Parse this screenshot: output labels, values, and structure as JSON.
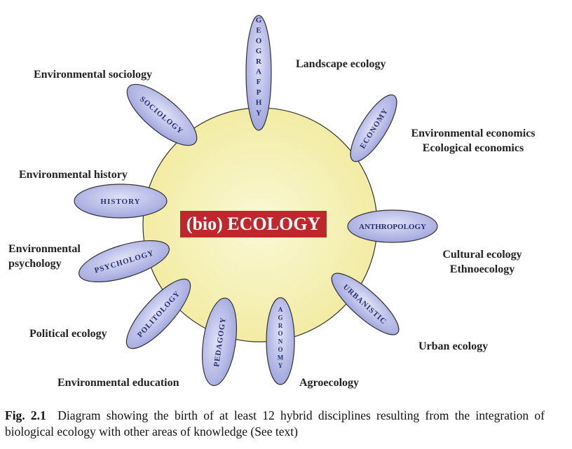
{
  "center_label": "(bio) ECOLOGY",
  "disciplines": [
    {
      "id": "geography",
      "label": "GEOGRAFPHY",
      "stacked": true
    },
    {
      "id": "economy",
      "label": "ECONOMY",
      "stacked": false
    },
    {
      "id": "anthropology",
      "label": "ANTHROPOLOGY",
      "stacked": false
    },
    {
      "id": "urbanistic",
      "label": "URBANISTIC",
      "stacked": false
    },
    {
      "id": "agronomy",
      "label": "AGRONOMY",
      "stacked": true
    },
    {
      "id": "pedagogy",
      "label": "PEDAGOGY",
      "stacked": false
    },
    {
      "id": "politology",
      "label": "POLITOLOGY",
      "stacked": false
    },
    {
      "id": "psychology",
      "label": "PSYCHOLOGY",
      "stacked": false
    },
    {
      "id": "history",
      "label": "HISTORY",
      "stacked": false
    },
    {
      "id": "sociology",
      "label": "SOCIOLOGY",
      "stacked": false
    }
  ],
  "hybrid_labels": {
    "landscape_ecology": "Landscape ecology",
    "environmental_economics": "Environmental economics",
    "ecological_economics": "Ecological economics",
    "cultural_ecology": "Cultural ecology",
    "ethnoecology": "Ethnoecology",
    "urban_ecology": "Urban ecology",
    "agroecology": "Agroecology",
    "environmental_education": "Environmental education",
    "political_ecology": "Political ecology",
    "environmental_psychology_1": "Environmental",
    "environmental_psychology_2": "psychology",
    "environmental_history": "Environmental history",
    "environmental_sociology": "Environmental sociology"
  },
  "caption": {
    "fig_num": "Fig. 2.1",
    "text": "Diagram showing the birth of at least 12 hybrid disciplines resulting from the integration of biological ecology with other areas of knowledge (See text)"
  },
  "colors": {
    "core_fill": "#f7f2b6",
    "petal_fill": "#a9aee5",
    "petal_text": "#25306e",
    "center_box": "#c0272d"
  }
}
